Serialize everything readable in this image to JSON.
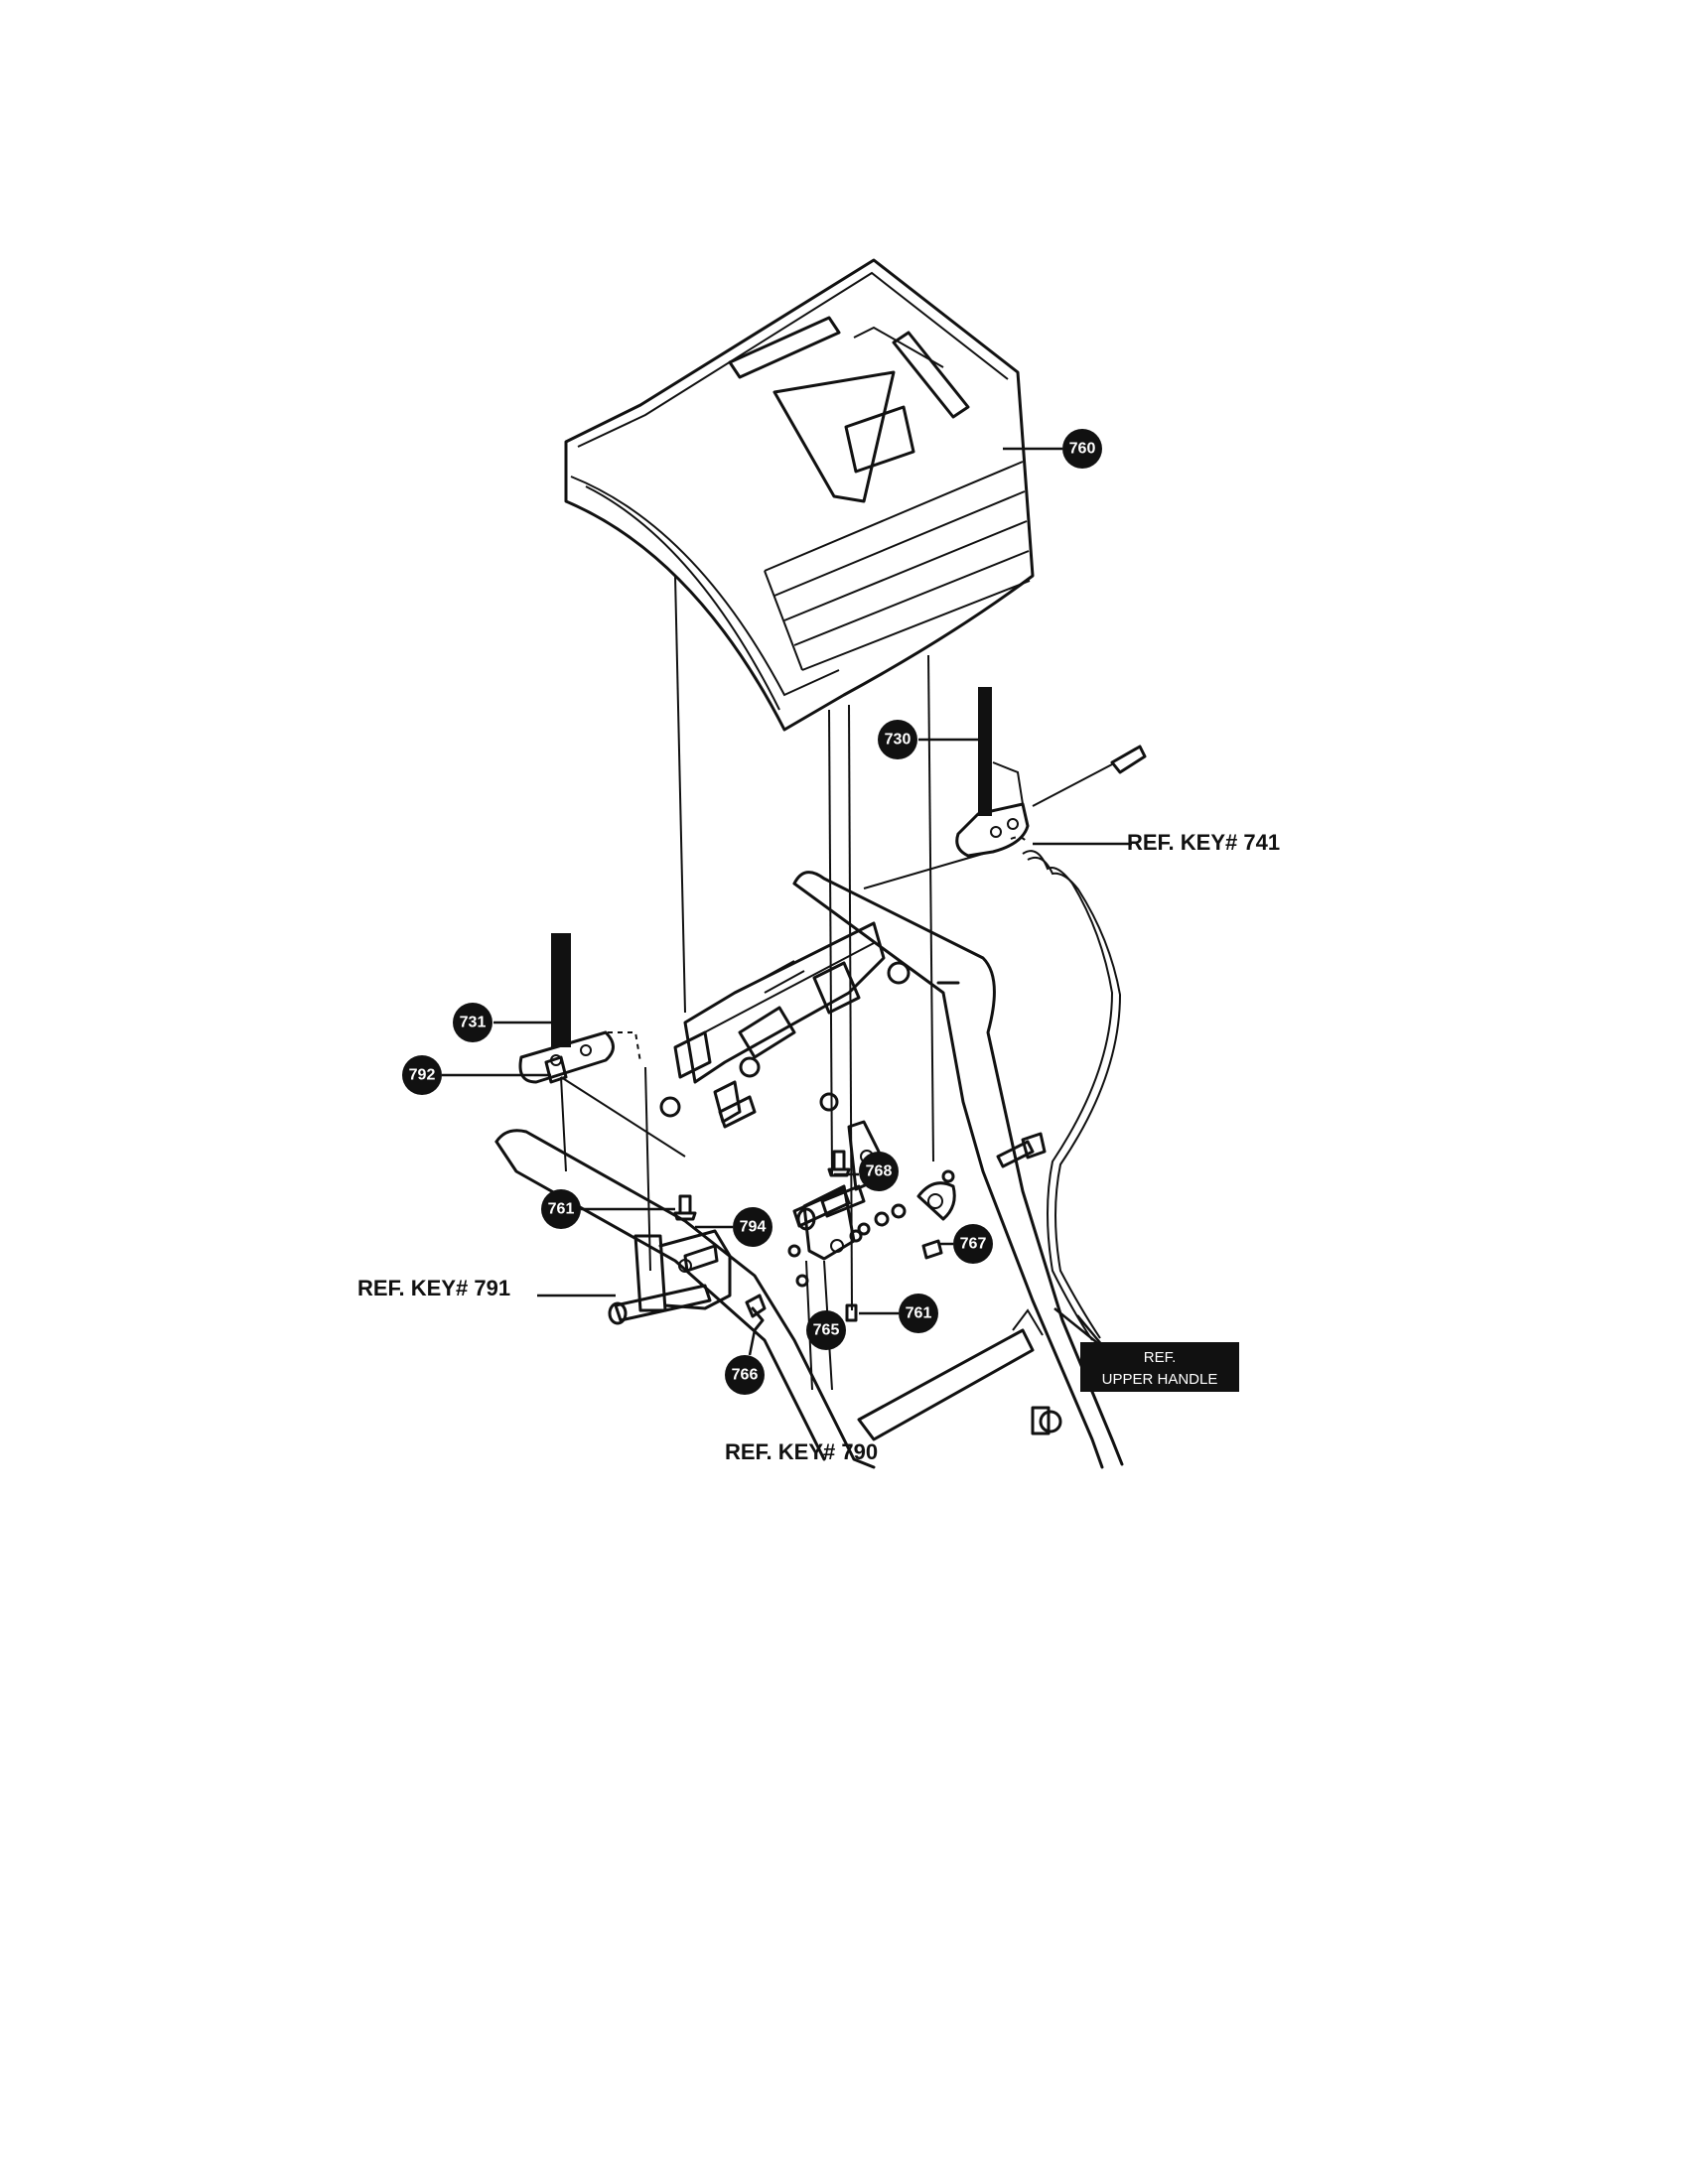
{
  "callouts": {
    "k760": "760",
    "k730": "730",
    "k731": "731",
    "k792": "792",
    "k761a": "761",
    "k794": "794",
    "k768": "768",
    "k767": "767",
    "k761b": "761",
    "k765": "765",
    "k766": "766"
  },
  "refs": {
    "key741": "REF. KEY# 741",
    "key791": "REF. KEY# 791",
    "key790": "REF. KEY# 790",
    "upper_handle_line1": "REF.",
    "upper_handle_line2": "UPPER HANDLE"
  }
}
